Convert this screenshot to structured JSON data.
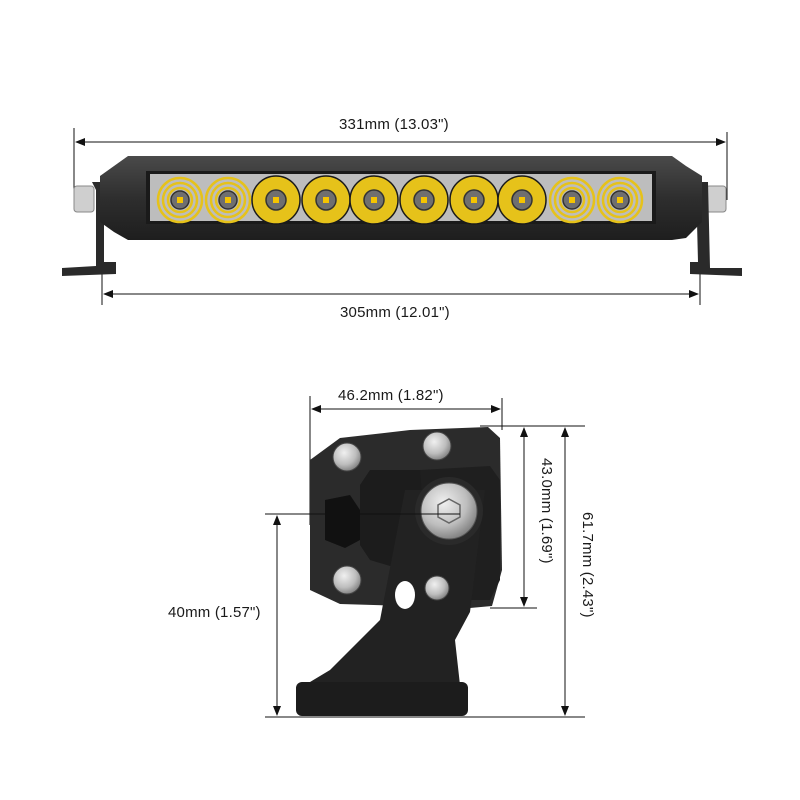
{
  "diagram": {
    "type": "product-dimension-drawing",
    "subject": "LED light bar",
    "front_view": {
      "overall_length": "331mm (13.03\")",
      "bracket_span": "305mm (12.01\")",
      "led_count": 10,
      "led_colors": {
        "housing": "#3a3a3a",
        "reflector": "#e6c21a",
        "lens_center": "#7a7a7a",
        "chip": "#f5c400"
      }
    },
    "side_view": {
      "width": "46.2mm (1.82\")",
      "housing_height": "43.0mm (1.69\")",
      "total_height": "61.7mm (2.43\")",
      "mount_height": "40mm (1.57\")"
    }
  }
}
